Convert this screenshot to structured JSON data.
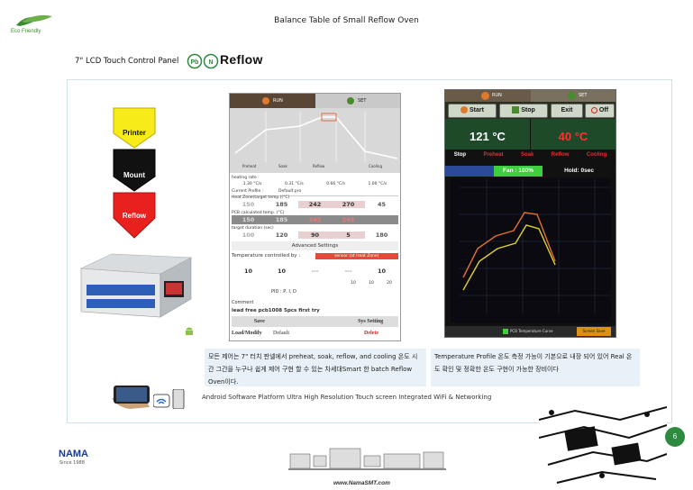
{
  "header": {
    "title": "Balance Table of Small Reflow Oven",
    "eco_label": "Eco Friendly"
  },
  "panel": {
    "label": "7\" LCD Touch Control Panel",
    "pb_left": "Pb",
    "pb_right": "N",
    "reflow_logo": "Reflow"
  },
  "process_arrows": [
    {
      "label": "Printer",
      "color": "#f7ec1a",
      "text_color": "#111111"
    },
    {
      "label": "Mount",
      "color": "#111111",
      "text_color": "#ffffff"
    },
    {
      "label": "Reflow",
      "color": "#e8211e",
      "text_color": "#ffffff"
    }
  ],
  "screen1": {
    "tab_run": "RUN",
    "tab_set": "SET",
    "graph_labels": [
      "Preheat",
      "Soak",
      "Reflow",
      "Cooling"
    ],
    "heating_rate_label": "heating rate :",
    "heating_rates": [
      "1.30 °C/s",
      "0.31 °C/s",
      "0.66 °C/s",
      "1.00 °C/s"
    ],
    "current_profile_label": "Current Profile :",
    "current_profile_value": "Default.pro",
    "row1_label": "Heat Zone(target temp.)(°C)",
    "row1_values": [
      "150",
      "185",
      "242",
      "270",
      "45"
    ],
    "row2_label": "PCB calculated temp. (°C)",
    "row2_values": [
      "150",
      "185",
      "242",
      "245",
      ""
    ],
    "row3_label": "target duration (sec)",
    "row3_values": [
      "100",
      "120",
      "90",
      "5",
      "180"
    ],
    "advanced_label": "Advanced Settings",
    "controlled_label": "Temperature controlled by :",
    "controlled_value": "sensor (at Heat Zone)",
    "row4_values": [
      "10",
      "10",
      "---",
      "---",
      "10"
    ],
    "row5_values": [
      "10",
      "10",
      "20"
    ],
    "pid_label": "PID :  P, I, D",
    "comment_label": "Comment",
    "comment_value": "lead free pcb1008 5pcs first try",
    "save_label": "Save",
    "sys_setting_label": "Sys Setting",
    "load_label": "Load/Modify",
    "load_value": "Default",
    "delete_label": "Delete"
  },
  "screen2": {
    "tab_run": "RUN",
    "tab_set": "SET",
    "start_label": "Start",
    "stop_label": "Stop",
    "exit_label": "Exit",
    "off_label": "Off",
    "temp_left": "121 °C",
    "temp_right": "40 °C",
    "phases": [
      "Stop",
      "Preheat",
      "Soak",
      "Reflow",
      "Cooling"
    ],
    "fan_label": "Fan : 100%",
    "hold_label": "Hold: 0sec",
    "cb1_label": "PCB Temperature Curve",
    "screen_save_label": "Screen Save"
  },
  "descriptions": {
    "left": "모든 제어는 7\" 터치 판넬에서 preheat, soak, reflow, and cooling 온도 시간 그간을 누구나 쉽게 제어 구현 할 수 있는 차세대Smart 한 batch Reflow Oven이다.",
    "right": "Temperature Profile 온도 측정 가능이 기본으로 내장 되어 있어 Real 온도 확인 및 정확한 온도 구현이 가능한 장비이다"
  },
  "android_line": "Android Software Platform Ultra High Resolution Touch screen Integrated WiFi & Networking",
  "footer": {
    "brand": "NAMA",
    "since": "Since 1988",
    "url": "www.NamaSMT.com",
    "page_number": "6"
  }
}
